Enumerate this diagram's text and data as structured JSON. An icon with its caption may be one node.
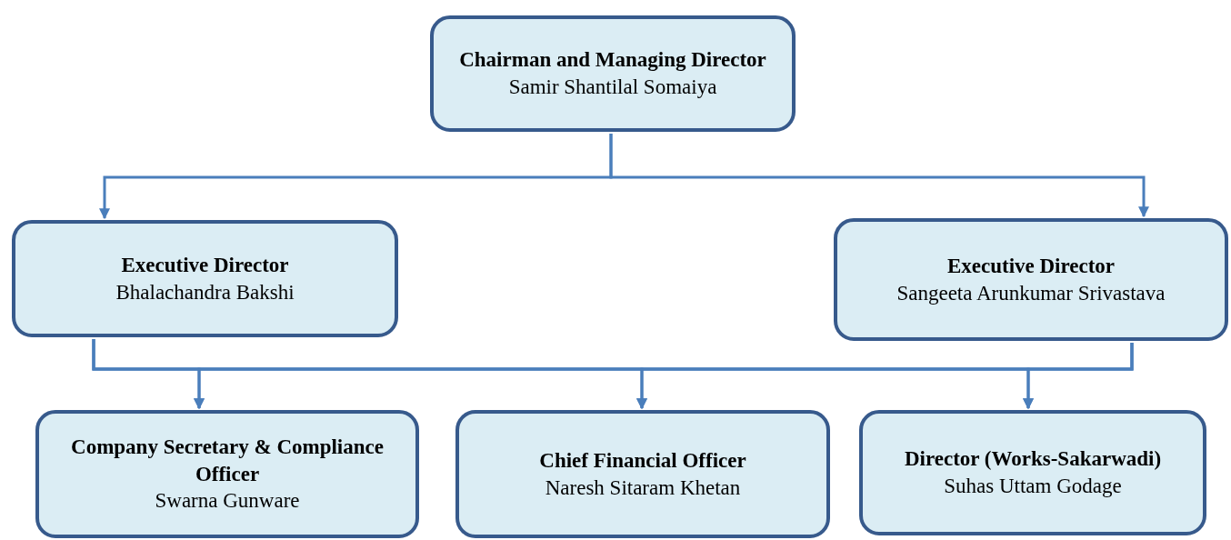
{
  "diagram": {
    "nodes": [
      {
        "text": [
          "Chairman and Managing Director",
          "Samir Shantilal Somaiya"
        ]
      },
      {
        "text": [
          "Executive Director",
          "Bhalachandra Bakshi"
        ]
      },
      {
        "text": [
          "Executive Director",
          "Sangeeta Arunkumar Srivastava"
        ]
      },
      {
        "text": [
          "Company Secretary & Compliance Officer",
          "Swarna Gunware"
        ]
      },
      {
        "text": [
          "Chief Financial Officer",
          "Naresh Sitaram Khetan"
        ]
      },
      {
        "text": [
          "Director (Works-Sakarwadi)",
          "Suhas Uttam Godage"
        ]
      }
    ],
    "edges": [
      {
        "from": 0,
        "to": 1,
        "arrow": "to"
      },
      {
        "from": 0,
        "to": 2,
        "arrow": "to"
      },
      {
        "from": 1,
        "to": 3,
        "arrow": "to"
      },
      {
        "from": 1,
        "to": 4,
        "arrow": "to"
      },
      {
        "from": 1,
        "to": 5,
        "arrow": "to"
      },
      {
        "from": 2,
        "to": 3,
        "arrow": "to"
      },
      {
        "from": 2,
        "to": 4,
        "arrow": "to"
      },
      {
        "from": 2,
        "to": 5,
        "arrow": "to"
      }
    ]
  }
}
